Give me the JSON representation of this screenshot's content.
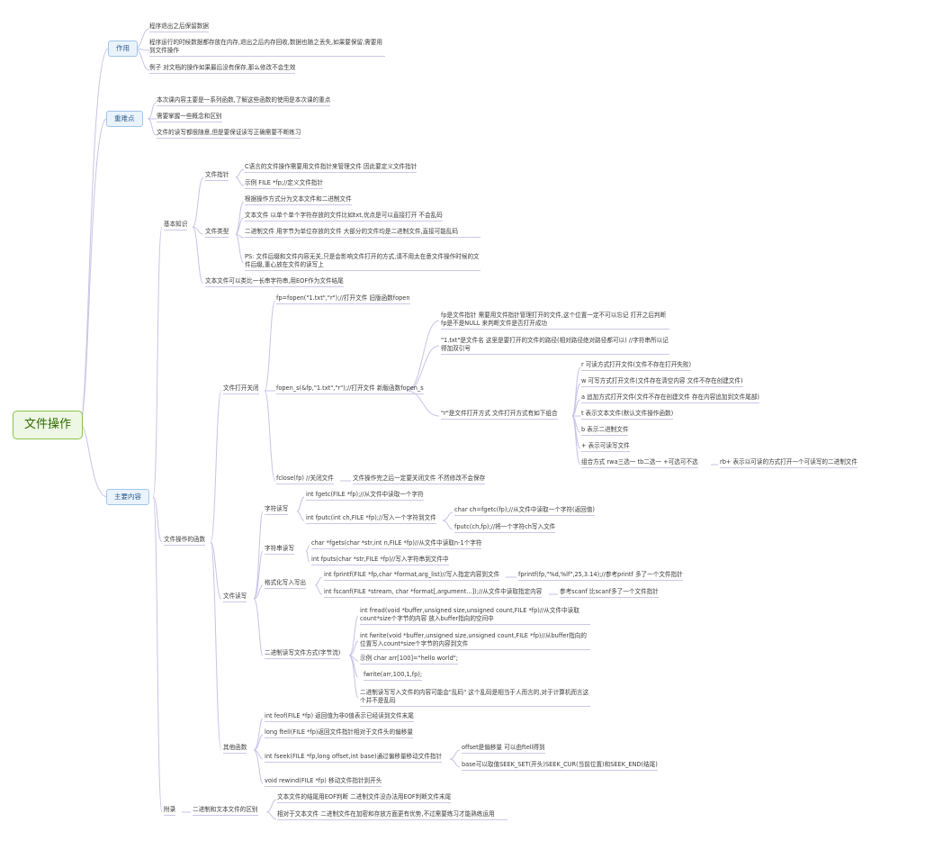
{
  "root": "文件操作",
  "sections": {
    "zuoyong": {
      "title": "作用",
      "items": [
        "程序退出之后保留数据",
        "程序运行的时候数据都存放在内存,退出之后内存回收,数据也随之丢失,如果要保留,需要用到文件操作",
        "例子 对文档的操作如果最后没有保存,那么修改不会生效"
      ]
    },
    "zhongnan": {
      "title": "重难点",
      "items": [
        "本次课内容主要是一系列函数,了解这些函数的使用是本次课的重点",
        "需要掌握一些概念和区别",
        "文件的读写都很随意,但是要保证读写正确需要不断练习"
      ]
    },
    "main": {
      "title": "主要内容",
      "jiben": {
        "title": "基本知识",
        "wjzz": {
          "title": "文件指针",
          "items": [
            "C语言的文件操作需要用文件指针来管理文件 因此要定义文件指针",
            "示例 FILE *fp;//定义文件指针"
          ]
        },
        "wjlx": {
          "title": "文件类型",
          "items": [
            "根据操作方式分为文本文件和二进制文件",
            "文本文件  以单个单个字符存放的文件比如txt,优点是可以直接打开 不会乱码",
            "二进制文件  用字节为单位存放的文件 大部分的文件均是二进制文件,直接可能乱码",
            "PS: 文件后缀和文件内容无关,只是会影响文件打开的方式,请不用太在意文件操作时候的文件后缀,重心放在文件的读写上"
          ]
        },
        "eof": "文本文件可以类比一长串字符串,用EOF作为文件结尾"
      },
      "hanshu": {
        "title": "文件操作的函数",
        "open": {
          "title": "文件打开关闭",
          "fopen": "fp=fopen(\"1.txt\",\"r\");//打开文件  旧版函数fopen",
          "fopens": {
            "label": "fopen_s(&fp,\"1.txt\",\"r\");//打开文件  新版函数fopen_s",
            "items": [
              "fp是文件指针 需要用文件指针管理打开的文件,这个位置一定不可以忘记  打开之后判断fp是不是NULL 来判断文件是否打开成功",
              "\"1.txt\"是文件名 这里是要打开的文件的路径(相对路径绝对路径都可以) //字符串所以记得加双引号"
            ],
            "mode": {
              "label": "\"r\"是文件打开方式 文件打开方式有如下组合",
              "items": [
                "r 可读方式打开文件(文件不存在打开失败)",
                "w 可写方式打开文件(文件存在清空内容 文件不存在创建文件)",
                "a  追加方式打开文件(文件不存在创建文件 存在内容追加到文件尾部)",
                "t 表示文本文件(默认文件操作函数)",
                "b 表示二进制文件",
                "+  表示可读写文件"
              ],
              "combo": "组合方式  rwa三选一  tb二选一  +可选可不选",
              "combo_ex": "rb+  表示以可读的方式打开一个可读写的二进制文件"
            }
          },
          "fclose": "fclose(fp) //关闭文件",
          "fclose_note": "文件操作完之后一定要关闭文件 不然修改不会保存"
        },
        "rw": {
          "title": "文件读写",
          "char": {
            "title": "字符读写",
            "fgetc": "int fgetc(FILE *fp);//从文件中读取一个字符",
            "fputc": "int fputc(int ch,FILE *fp);//写入一个字符到文件",
            "ex": [
              "char ch=fgetc(fp);//从文件中读取一个字符(返回值)",
              "fputc(ch,fp);//将一个字符ch写入文件"
            ]
          },
          "str": {
            "title": "字符串读写",
            "fgets": "char *fgets(char *str,int n,FILE *fp)//从文件中读取n-1个字符",
            "fputs": "int fputs(char *str,FILE *fp)//写入字符串到文件中"
          },
          "fmt": {
            "title": "格式化写入写出",
            "fprintf": "int fprintf(FILE *fp,char *format,arg_list)//写入指定内容到文件",
            "fprintf_ex": "fprintf(fp,\"%d,%lf\",25,3.14);//参考printf  多了一个文件指针",
            "fscanf": "int fscanf(FILE *stream, char *format[,argument...]);//从文件中读取指定内容",
            "fscanf_ex": "参考scanf 比scanf多了一个文件指针"
          },
          "bin": {
            "title": "二进制读写文件方式(字节流)",
            "items": [
              "int fread(void *buffer,unsigned size,unsigned count,FILE *fp)//从文件中读取count*size个字节的内容 放入buffer指向的空间中",
              "int fwrite(void *buffer,unsigned size,unsigned count,FILE *fp)//从buffer指向的位置写入count*size个字节的内容到文件",
              "示例 char arr[100]=\"hello world\";",
              "fwrite(arr,100,1,fp);",
              "二进制读写写入文件的内容可能会\"乱码\" 这个乱码是相当于人而言的,对于计算机而言这个并不是乱码"
            ]
          }
        },
        "other": {
          "title": "其他函数",
          "feof": "int feof(FILE *fp) 返回值为非0值表示已经读到文件末尾",
          "ftell": "long ftell(FILE *fp)返回文件指针相对于文件头的偏移量",
          "fseek": "int fseek(FILE *fp,long offset,int base)通过偏移量移动文件指针",
          "fseek_items": [
            "offset是偏移量 可以由ftell得到",
            "base可以取值SEEK_SET(开头)SEEK_CUR(当前位置)和SEEK_END(结尾)"
          ],
          "rewind": "void rewind(FILE *fp)  移动文件指针到开头"
        }
      },
      "fulu": {
        "title": "附录",
        "sub": "二进制和文本文件的区别",
        "items": [
          "文本文件的结尾用EOF判断 二进制文件没办法用EOF判断文件末尾",
          "相对于文本文件  二进制文件在加密和存放方面更有优势,不过需要练习才能熟练运用"
        ]
      }
    }
  }
}
